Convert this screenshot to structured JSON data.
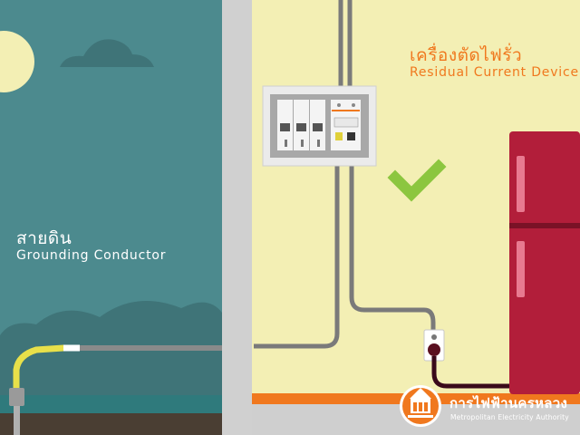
{
  "labels": {
    "grounding_th": "สายดิน",
    "grounding_en": "Grounding Conductor",
    "rcd_th": "เครื่องตัดไฟรั่ว",
    "rcd_en": "Residual Current Device"
  },
  "logo": {
    "name_th": "การไฟฟ้านครหลวง",
    "name_en": "Metropolitan Electricity Authority"
  },
  "icons": {
    "status": "checkmark-icon"
  },
  "colors": {
    "accent_orange": "#f0781e",
    "check_green": "#8cc63f",
    "fridge_red": "#b21e3a",
    "sky_teal": "#4c8a8e",
    "wall_cream": "#f3efb4"
  }
}
